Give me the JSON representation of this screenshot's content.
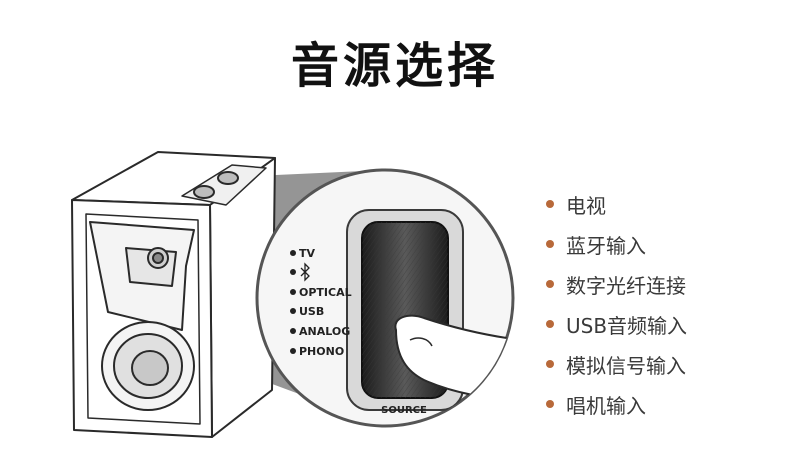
{
  "title": "音源选择",
  "accent_color": "#b8693a",
  "panel": {
    "labels": [
      {
        "text": "TV",
        "icon": "none"
      },
      {
        "text": "",
        "icon": "bluetooth-icon"
      },
      {
        "text": "OPTICAL",
        "icon": "none"
      },
      {
        "text": "USB",
        "icon": "none"
      },
      {
        "text": "ANALOG",
        "icon": "none"
      },
      {
        "text": "PHONO",
        "icon": "none"
      }
    ],
    "button_label": "SOURCE"
  },
  "sources": [
    "电视",
    "蓝牙输入",
    "数字光纤连接",
    "USB音频输入",
    "模拟信号输入",
    "唱机输入"
  ]
}
